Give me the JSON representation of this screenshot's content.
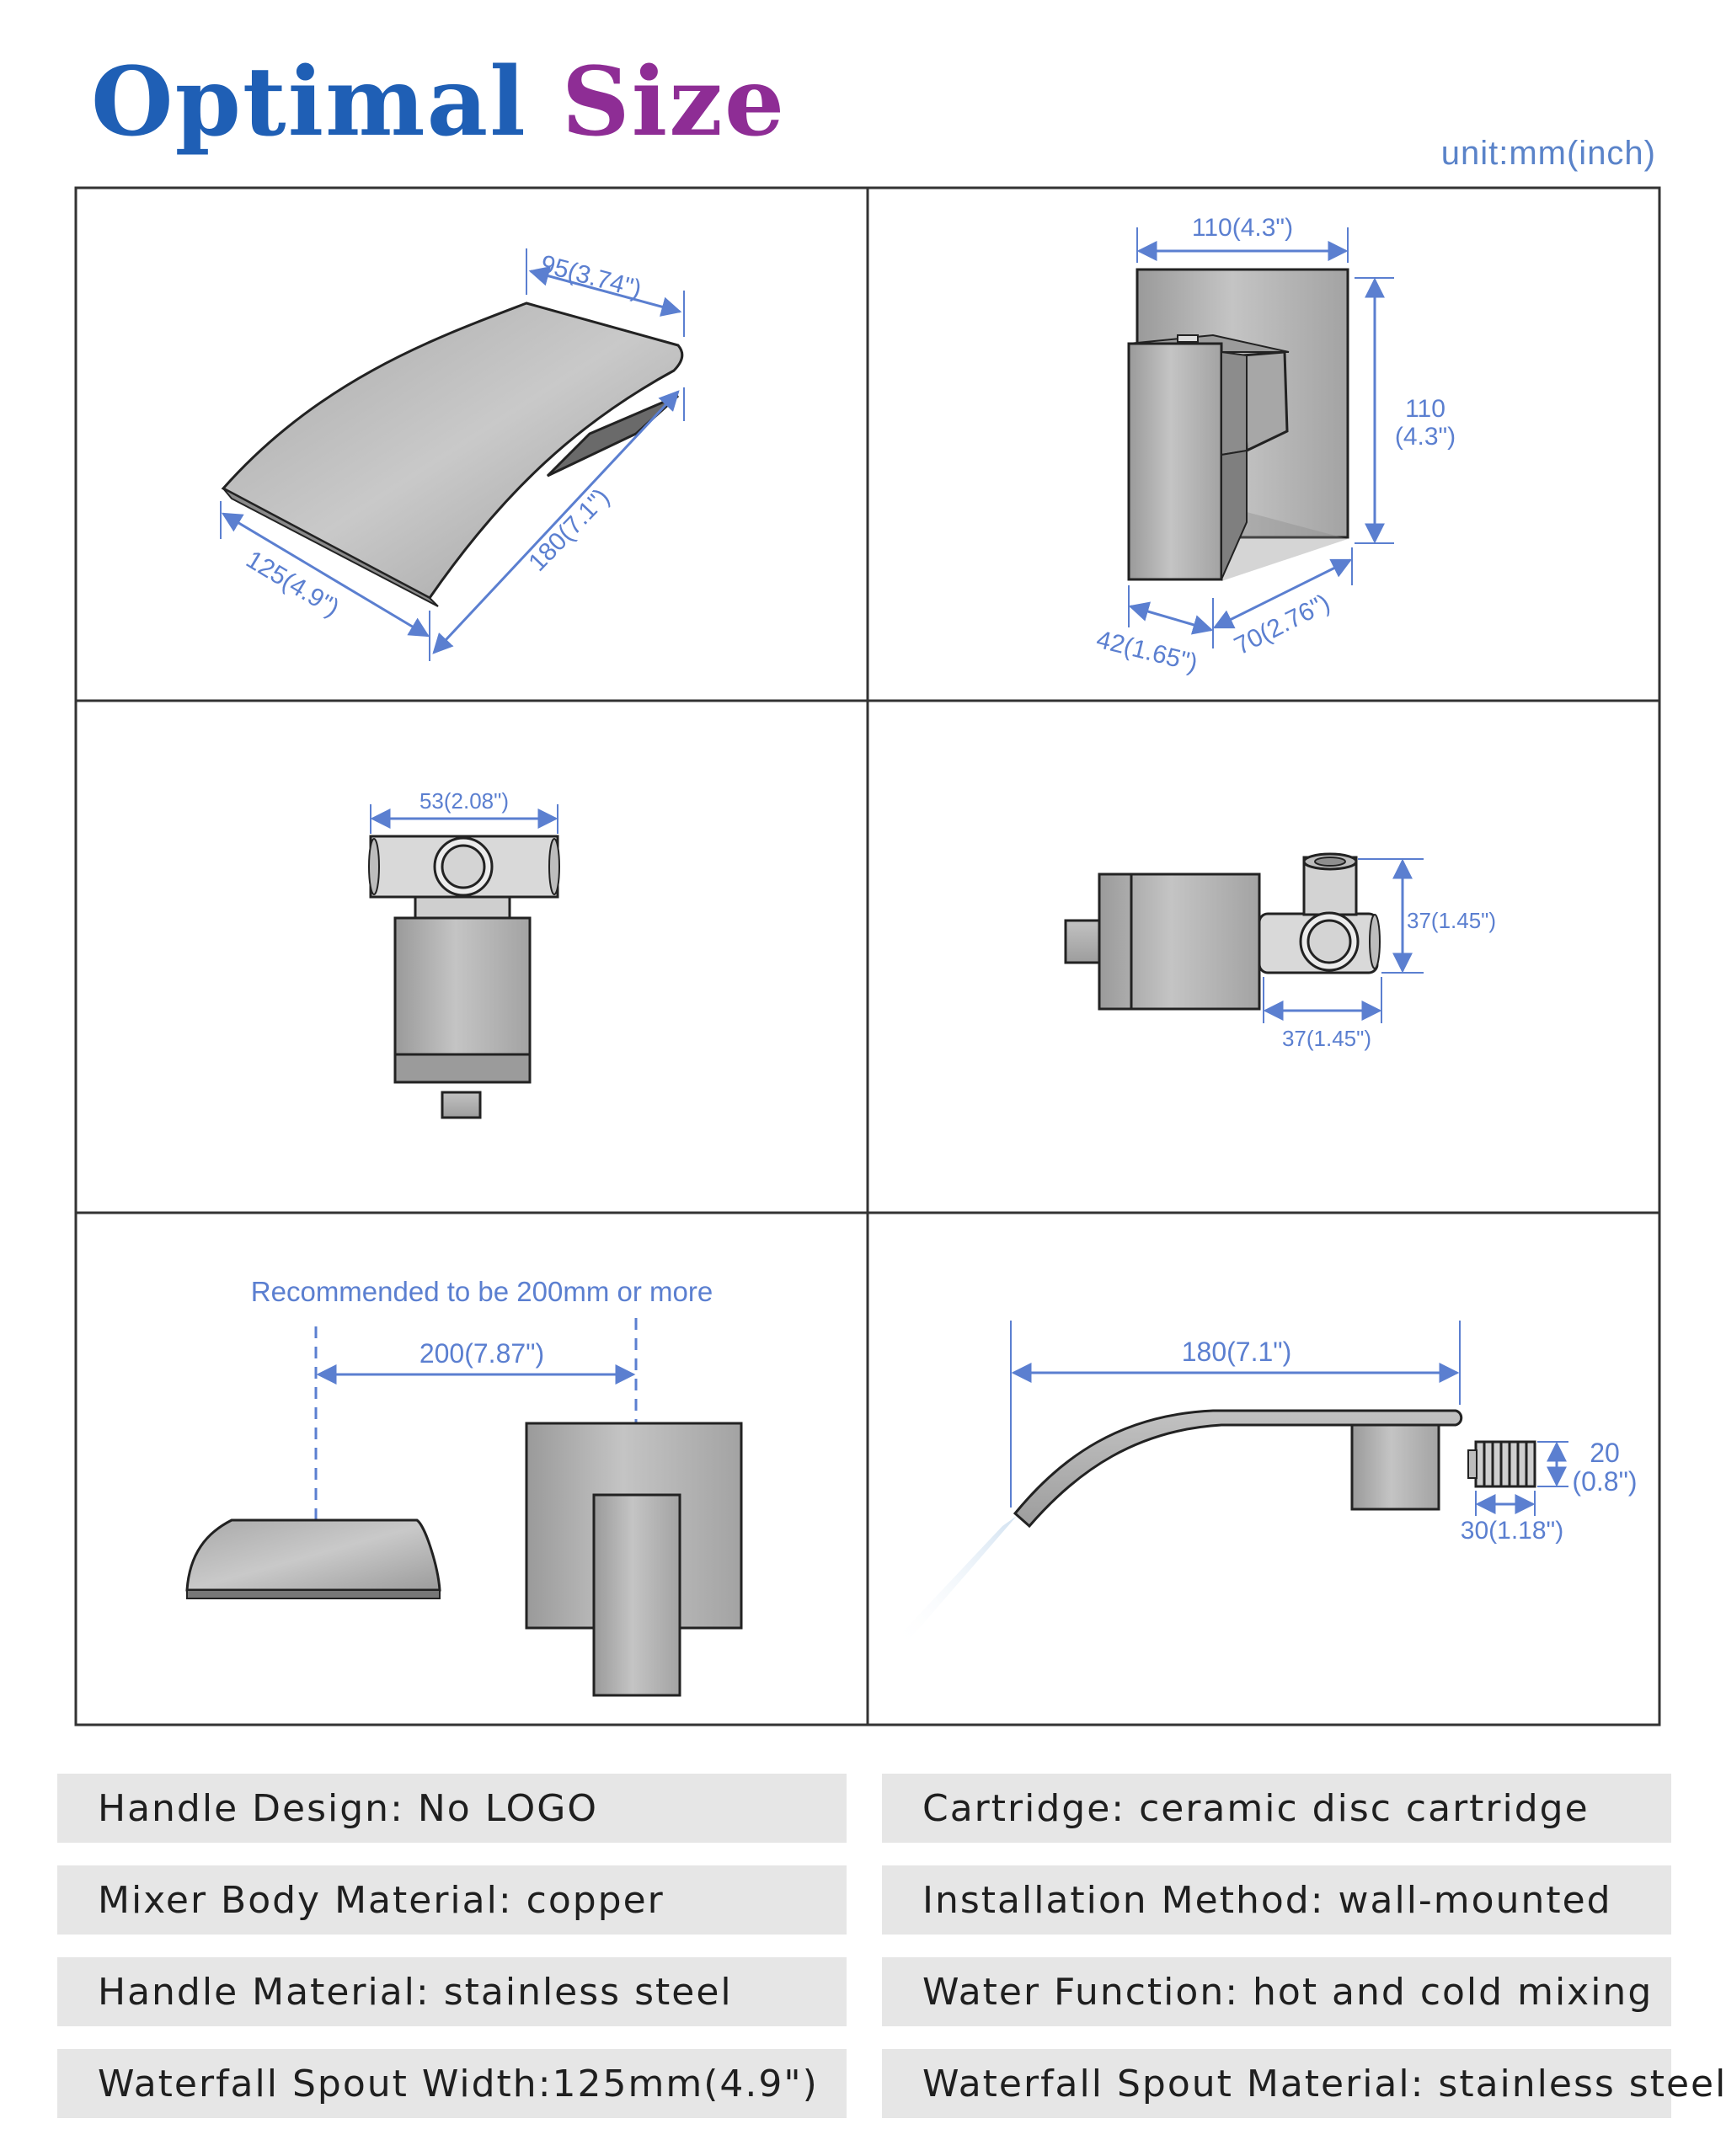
{
  "header": {
    "title_word1": "Optimal",
    "title_word2": "Size",
    "unit": "unit:mm(inch)"
  },
  "dimensions": {
    "spout_top_width": "95(3.74\")",
    "spout_length": "180(7.1\")",
    "spout_width": "125(4.9\")",
    "plate_width": "110(4.3\")",
    "plate_height_mm": "110",
    "plate_height_in": "(4.3\")",
    "handle_depth": "42(1.65\")",
    "valve_depth": "70(2.76\")",
    "valve_width": "53(2.08\")",
    "outlet_vertical": "37(1.45\")",
    "outlet_horizontal": "37(1.45\")",
    "recommendation": "Recommended to be 200mm or more",
    "spacing": "200(7.87\")",
    "spout_side_length": "180(7.1\")",
    "connector_height_mm": "20",
    "connector_height_in": "(0.8\")",
    "connector_length": "30(1.18\")"
  },
  "specs": [
    "Handle Design: No LOGO",
    "Mixer Body Material: copper",
    "Handle Material: stainless steel",
    "Waterfall Spout Width:125mm(4.9\")",
    "Cartridge: ceramic disc cartridge",
    "Installation Method: wall-mounted",
    "Water Function: hot and cold mixing",
    "Waterfall Spout Material: stainless steel"
  ],
  "colors": {
    "title_blue": "#1f5fb5",
    "title_purple": "#8e2d95",
    "dimension_blue": "#5b7fd0",
    "spec_background": "#e6e6e6"
  }
}
